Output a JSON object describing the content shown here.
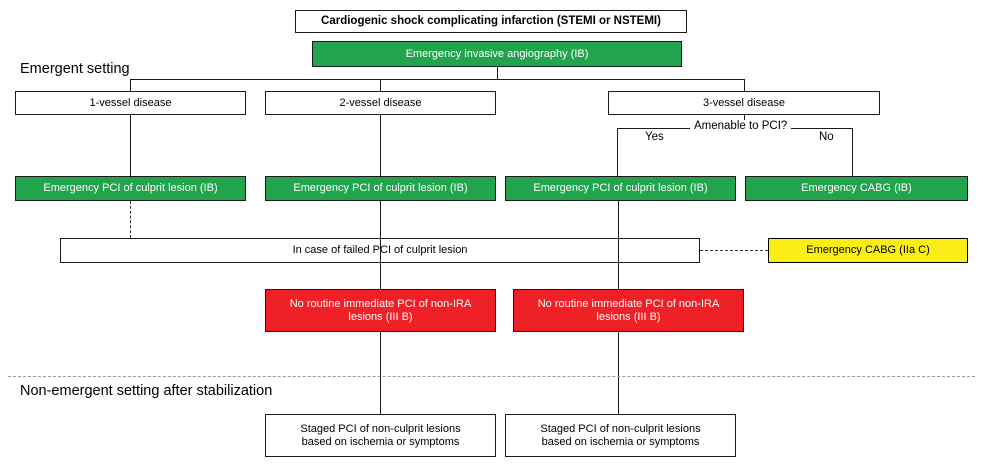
{
  "diagram": {
    "title": "Cardiogenic shock complicating infarction (STEMI or NSTEMI)",
    "top": {
      "header_box": "Cardiogenic shock complicating infarction (STEMI or NSTEMI)",
      "angiography_box": "Emergency invasive angiography (IB)"
    },
    "sections": {
      "emergent": "Emergent setting",
      "non_emergent": "Non-emergent setting after stabilization"
    },
    "vessel_boxes": [
      {
        "label": "1-vessel disease"
      },
      {
        "label": "2-vessel disease"
      },
      {
        "label": "3-vessel disease"
      }
    ],
    "decision": {
      "question": "Amenable to PCI?",
      "yes": "Yes",
      "no": "No"
    },
    "treatment_boxes": [
      {
        "label": "Emergency PCI of culprit lesion (IB)",
        "color": "#22a44c"
      },
      {
        "label": "Emergency PCI of culprit lesion (IB)",
        "color": "#22a44c"
      },
      {
        "label": "Emergency PCI of culprit lesion (IB)",
        "color": "#22a44c"
      },
      {
        "label": "Emergency CABG (IB)",
        "color": "#22a44c"
      }
    ],
    "failed_pci": {
      "label": "In case of failed PCI of culprit lesion",
      "outcome": "Emergency CABG (IIa C)",
      "outcome_color": "#fbee16"
    },
    "no_routine_boxes": [
      {
        "line1": "No routine immediate PCI of non-IRA",
        "line2": "lesions (III B)",
        "color": "#ef2026"
      },
      {
        "line1": "No routine immediate PCI of non-IRA",
        "line2": "lesions (III B)",
        "color": "#ef2026"
      }
    ],
    "staged_boxes": [
      {
        "line1": "Staged PCI of non-culprit lesions",
        "line2": "based on ischemia or symptoms"
      },
      {
        "line1": "Staged PCI of non-culprit lesions",
        "line2": "based on ischemia or symptoms"
      }
    ]
  }
}
